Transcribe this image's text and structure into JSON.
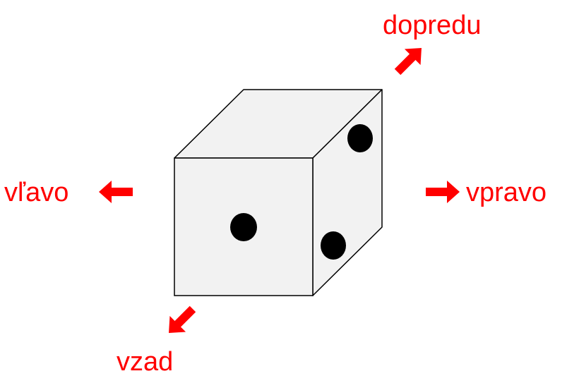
{
  "labels": {
    "forward": "dopredu",
    "left": "vľavo",
    "right": "vpravo",
    "back": "vzad"
  },
  "colors": {
    "arrow": "#ff0000",
    "label": "#ff0000",
    "face_front": "#f2f2f2",
    "face_top": "#f2f2f2",
    "face_side": "#f2f2f2",
    "edge": "#000000",
    "pip": "#000000"
  },
  "die": {
    "front_face_pips": 1,
    "right_face_pips": 2
  },
  "icons": {
    "forward": "arrow-up-right-icon",
    "left": "arrow-left-icon",
    "right": "arrow-right-icon",
    "back": "arrow-down-left-icon"
  }
}
